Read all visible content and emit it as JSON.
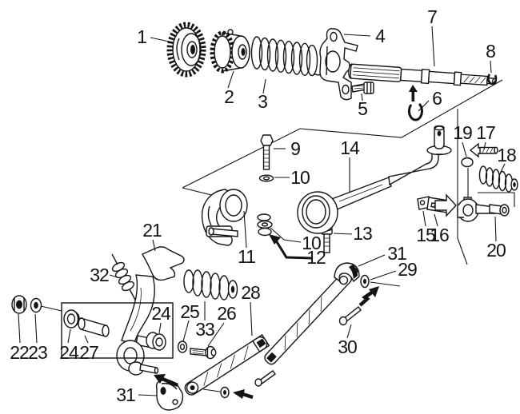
{
  "figure": {
    "type": "exploded-parts-diagram",
    "description_visible": "numbered exploded view of pedal / kickstart lever assembly",
    "paper_color": "#ffffff",
    "ink_color": "#141414",
    "part_numbers_shown": [
      "1",
      "2",
      "3",
      "4",
      "5",
      "6",
      "7",
      "8",
      "9",
      "10",
      "11",
      "12",
      "13",
      "14",
      "15",
      "16",
      "17",
      "18",
      "19",
      "20",
      "21",
      "22",
      "23",
      "24",
      "25",
      "26",
      "27",
      "28",
      "29",
      "30",
      "31",
      "32",
      "33"
    ]
  },
  "labels": {
    "l1": "1",
    "l2": "2",
    "l3": "3",
    "l4": "4",
    "l5": "5",
    "l6": "6",
    "l7": "7",
    "l8": "8",
    "l9": "9",
    "l10a": "10",
    "l10b": "10",
    "l11": "11",
    "l12": "12",
    "l13": "13",
    "l14": "14",
    "l15": "15",
    "l16": "16",
    "l17": "17",
    "l18": "18",
    "l19": "19",
    "l20": "20",
    "l21": "21",
    "l22": "22",
    "l23": "23",
    "l24a": "24",
    "l24b": "24",
    "l25": "25",
    "l26": "26",
    "l27": "27",
    "l28": "28",
    "l29": "29",
    "l30": "30",
    "l31a": "31",
    "l31b": "31",
    "l32": "32",
    "l33": "33"
  }
}
